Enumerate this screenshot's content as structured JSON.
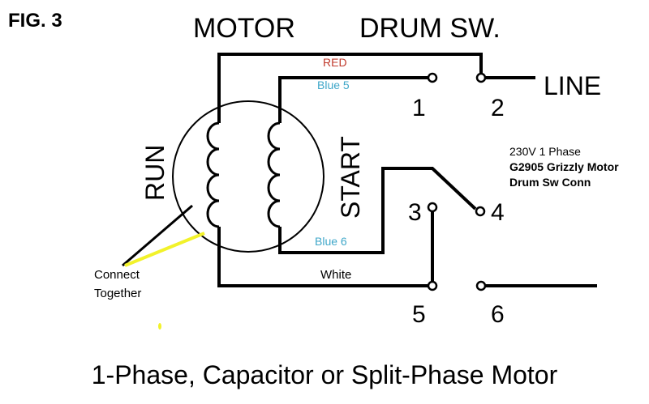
{
  "fig_label": "FIG. 3",
  "headers": {
    "motor": "MOTOR",
    "drum_switch": "DRUM SW."
  },
  "winding_labels": {
    "run": "RUN",
    "start": "START"
  },
  "wire_labels": {
    "red": "RED",
    "blue5": "Blue 5",
    "blue6": "Blue 6",
    "white": "White"
  },
  "line_label": "LINE",
  "terminals": [
    "1",
    "2",
    "3",
    "4",
    "5",
    "6"
  ],
  "note": {
    "line1": "230V 1 Phase",
    "line2": "G2905 Grizzly Motor",
    "line3": "Drum Sw Conn"
  },
  "connect_note": {
    "line1": "Connect",
    "line2": "Together"
  },
  "caption": "1-Phase, Capacitor or Split-Phase Motor",
  "colors": {
    "wire": "#000000",
    "red_label": "#c0392b",
    "blue_label": "#3fa7c9",
    "highlight": "#f2f22a"
  }
}
